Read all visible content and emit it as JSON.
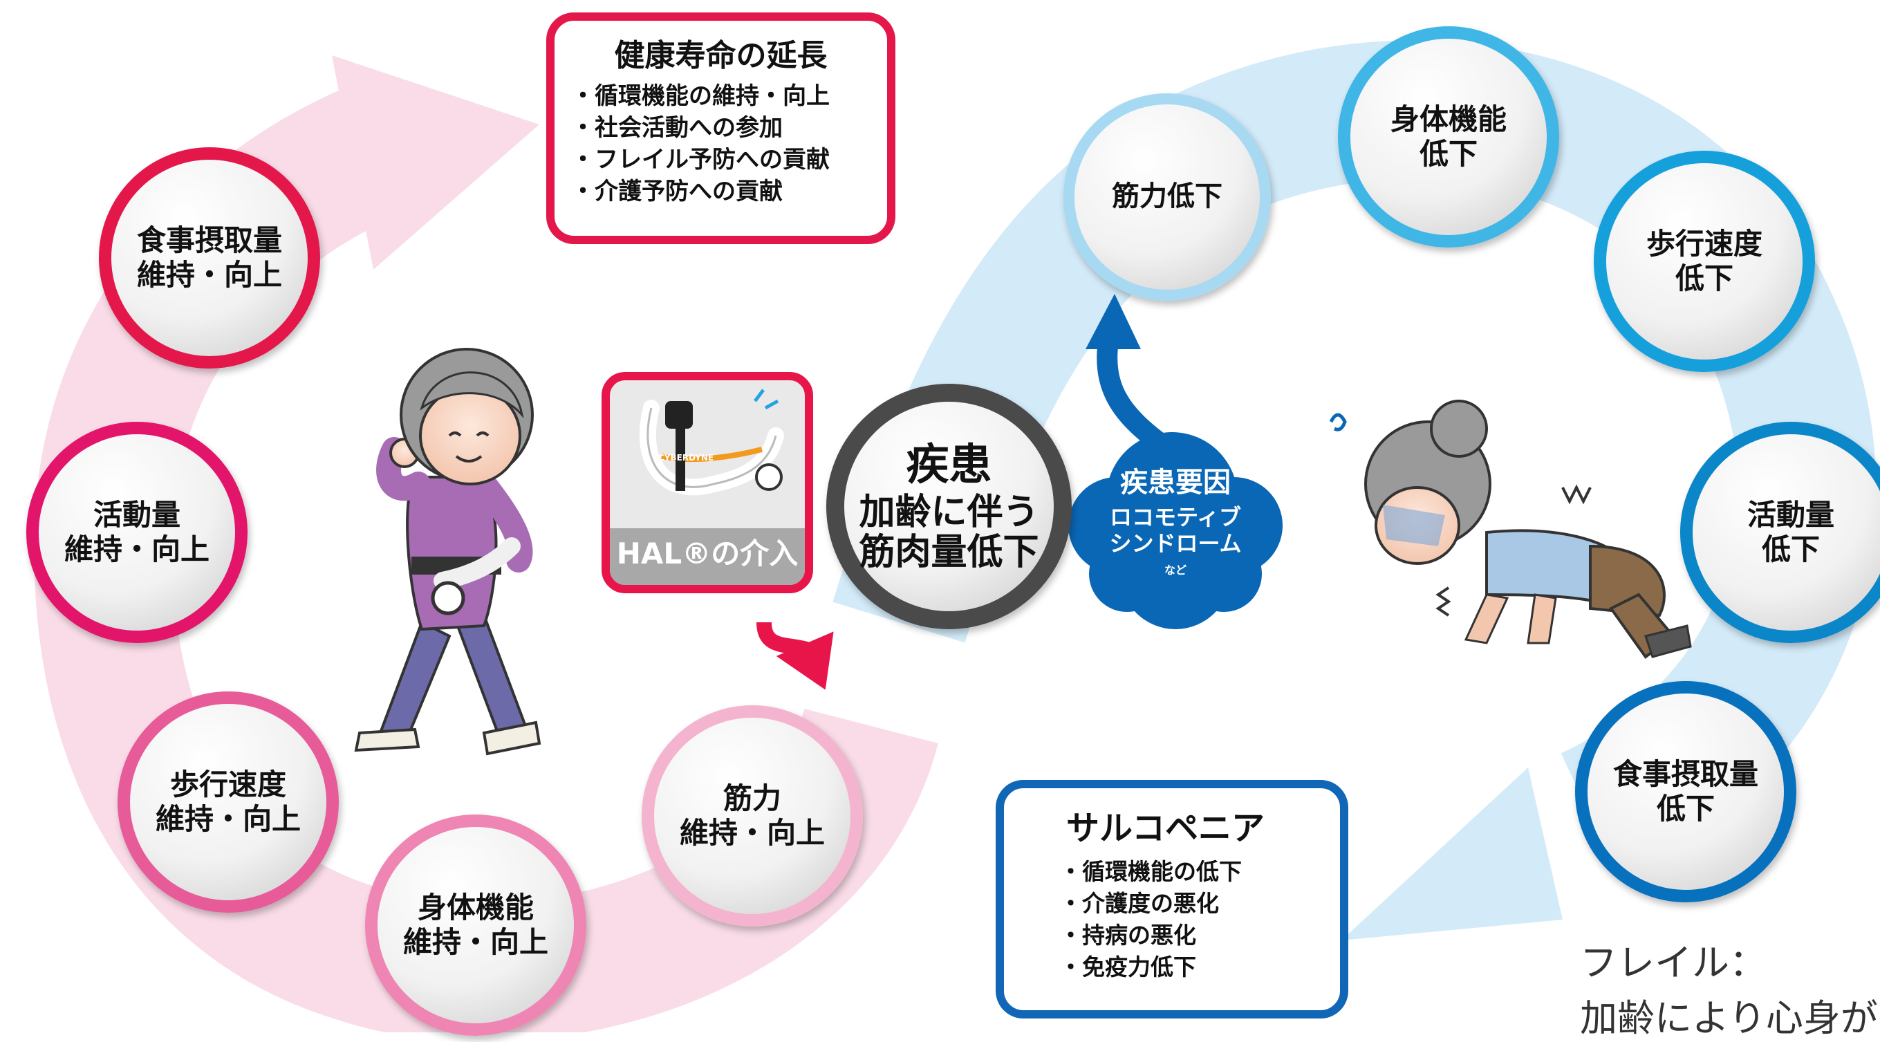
{
  "health_box": {
    "title": "健康寿命の延長",
    "items": [
      "循環機能の維持・向上",
      "社会活動への参加",
      "フレイル予防への貢献",
      "介護予防への貢献"
    ]
  },
  "sarcopenia_box": {
    "title": "サルコペニア",
    "items": [
      "循環機能の低下",
      "介護度の悪化",
      "持病の悪化",
      "免疫力低下"
    ]
  },
  "positive_cycle": [
    {
      "line1": "食事摂取量",
      "line2": "維持・向上"
    },
    {
      "line1": "活動量",
      "line2": "維持・向上"
    },
    {
      "line1": "歩行速度",
      "line2": "維持・向上"
    },
    {
      "line1": "身体機能",
      "line2": "維持・向上"
    },
    {
      "line1": "筋力",
      "line2": "維持・向上"
    }
  ],
  "negative_cycle": [
    {
      "line1": "筋力低下",
      "line2": ""
    },
    {
      "line1": "身体機能",
      "line2": "低下"
    },
    {
      "line1": "歩行速度",
      "line2": "低下"
    },
    {
      "line1": "活動量",
      "line2": "低下"
    },
    {
      "line1": "食事摂取量",
      "line2": "低下"
    }
  ],
  "center_circle": {
    "line1": "疾患",
    "line2": "加齢に伴う",
    "line3": "筋肉量低下"
  },
  "hal": {
    "label": "HAL®の介入",
    "brand": "CYBERDYNE"
  },
  "disease_cloud": {
    "title": "疾患要因",
    "line1": "ロコモティブ",
    "line2": "シンドローム",
    "note": "など"
  },
  "frail_note": {
    "line1": "フレイル：",
    "line2": "加齢により心身が"
  },
  "colors": {
    "positive_arrow": "#f9dce7",
    "negative_arrow": "#d3eaf8",
    "health_border": "#e4174b",
    "sarcopenia_border": "#1166b5",
    "hal_border": "#e8154a",
    "cloud": "#0a67b5",
    "center_ring": "#4a4a4a"
  }
}
